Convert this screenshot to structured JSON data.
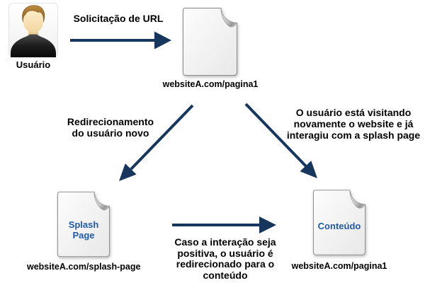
{
  "colors": {
    "arrow": "#17365D",
    "doc_label": "#1F5AA8",
    "text": "#000000"
  },
  "actor": {
    "label": "Usuário"
  },
  "documents": {
    "page1_top": {
      "caption": "websiteA.com/pagina1"
    },
    "splash": {
      "inner_label": "Splash Page",
      "caption": "websiteA.com/splash-page"
    },
    "content": {
      "inner_label": "Conteúdo",
      "caption": "websiteA.com/pagina1"
    }
  },
  "edges": {
    "url_request": {
      "label": "Solicitação de URL"
    },
    "redirect_new_user": {
      "lines": [
        "Redirecionamento",
        "do usuário novo"
      ]
    },
    "returning_user": {
      "lines": [
        "O usuário está visitando",
        "novamente o website e já",
        "interagiu com a splash page"
      ]
    },
    "positive_interaction": {
      "lines": [
        "Caso a interação seja",
        "positiva, o usuário é",
        "redirecionado para o",
        "conteúdo"
      ]
    }
  }
}
